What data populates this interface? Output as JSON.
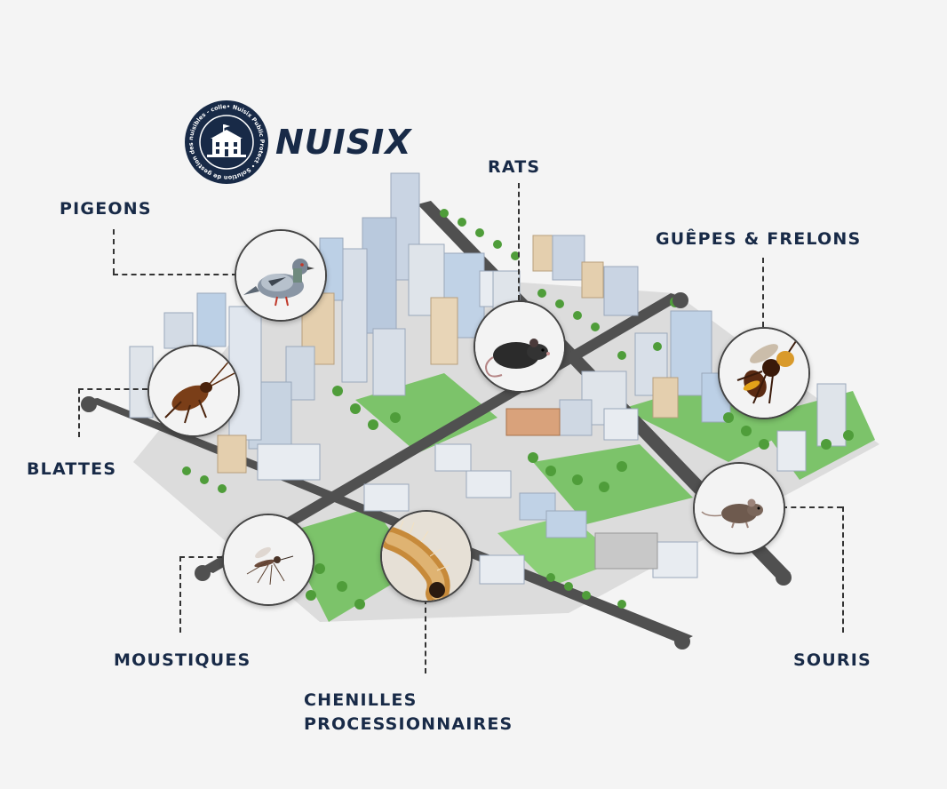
{
  "brand": {
    "name": "NUISIX",
    "logo_ring_text": "• Nuisix Public Protect • Solution de gestion des nuisibles - collectivités"
  },
  "labels": {
    "pigeons": "PIGEONS",
    "rats": "RATS",
    "guepes": "GUÊPES & FRELONS",
    "blattes": "BLATTES",
    "moustiques": "MOUSTIQUES",
    "chenilles_l1": "CHENILLES",
    "chenilles_l2": "PROCESSIONNAIRES",
    "souris": "SOURIS"
  },
  "icons": {
    "pigeons": "pigeon-icon",
    "rats": "rat-icon",
    "guepes": "hornet-icon",
    "blattes": "cockroach-icon",
    "moustiques": "mosquito-icon",
    "chenilles": "caterpillar-icon",
    "souris": "mouse-icon"
  },
  "colors": {
    "navy": "#182a47",
    "background": "#f4f4f4",
    "grass": "#7cc36a",
    "road": "#505050"
  }
}
